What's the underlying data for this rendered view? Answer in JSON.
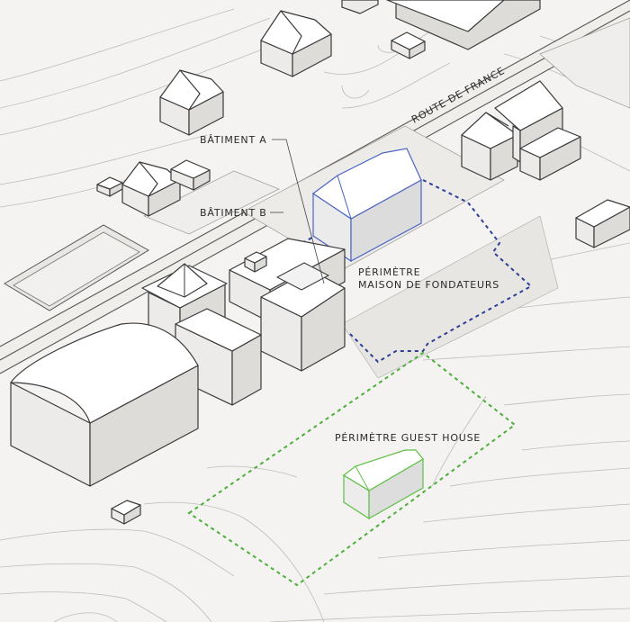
{
  "labels": {
    "road": "ROUTE DE FRANCE",
    "batiment_a": "BÂTIMENT A",
    "batiment_b": "BÂTIMENT B",
    "perimetre_maison_line1": "PÉRIMÈTRE",
    "perimetre_maison_line2": "MAISON DE FONDATEURS",
    "perimetre_guest": "PÉRIMÈTRE GUEST HOUSE"
  },
  "colors": {
    "maison_perimeter": "#2e3f99",
    "guest_perimeter": "#4caf3a",
    "maison_building_outline": "#4a64c4",
    "guest_building_outline": "#5fbf45"
  }
}
